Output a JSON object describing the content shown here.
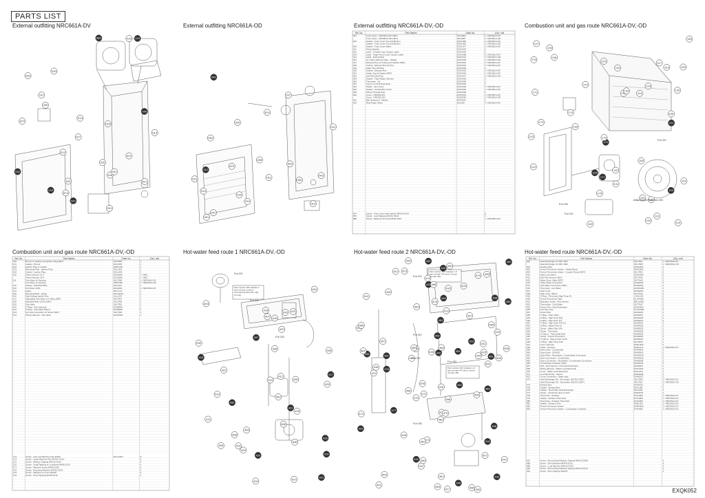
{
  "header": {
    "title": "PARTS LIST"
  },
  "footer": {
    "code": "EXQK052"
  },
  "sections": [
    {
      "title": "External outfitting NRC661A-DV"
    },
    {
      "title": "External outfitting NRC661A-OD"
    },
    {
      "title": "External outfitting NRC661A-DV,-OD"
    },
    {
      "title": "Combustion unit and gas route NRC661A-DV,-OD"
    },
    {
      "title": "Combustion unit and gas route NRC661A-DV,-OD"
    },
    {
      "title": "Hot-water feed route 1 NRC661A-DV,-OD"
    },
    {
      "title": "Hot-water feed route 2 NRC661A-DV,-OD"
    },
    {
      "title": "Hot-water feed route NRC661A-DV,-OD"
    }
  ],
  "table_headers": {
    "no": "Ref. No.",
    "name": "Part Names",
    "code": "Order No.",
    "qty": "Q'ty / unit"
  },
  "external_table": {
    "rows": [
      [
        "001",
        "Front Cover - NRC661A-DV (SET)",
        "SKL2960",
        "1 / NRC661A-DV"
      ],
      [
        "",
        "Front Cover - NRC661A-OD (SET)",
        "SKL2967",
        "1 / NRC661A-OD"
      ],
      [
        "002",
        "Gasket - Front Cover Top and Bottom",
        "EXSL068",
        "2 / NRC661A-DV"
      ],
      [
        "",
        "Gasket - Front Cover Top and Bottom",
        "EXSL069",
        "1 / NRC661A-OD"
      ],
      [
        "003",
        "Gasket - Front Cover Sides",
        "EXSL077",
        "2 / NRC661A-DV"
      ],
      [
        "011",
        "Fixing Bracket",
        "EXSV067",
        "1"
      ],
      [
        "012",
        "Label - Outside Case Caution Label",
        "EXSV034",
        "1"
      ],
      [
        "013",
        "Label - Inside Front Cover Caution Label",
        "EXSV058",
        "1 / NRC661A-DV"
      ],
      [
        "014",
        "Label - Rating Plate",
        "EXSV014",
        "1 / NRC661A-OD"
      ],
      [
        "016",
        "Air intake deflector plate - Gasket",
        "EXSV049",
        "1 / NRC661A-OD"
      ],
      [
        "017",
        "Exhaust Flue w/ O-Ring and Gasket (SET)",
        "EXSV021",
        "1 / NRC661A-DV"
      ],
      [
        "018",
        "O-Ring - Exhaust Flue (5 Pcs)",
        "EXSV024",
        "1 / NRC661A-DV"
      ],
      [
        "019",
        "Flash Vent Window",
        "EXSV063",
        "1"
      ],
      [
        "020",
        "Gasket - Exhaust Flue",
        "EXSV023",
        "1 / NRC661A-DV"
      ],
      [
        "021",
        "Intake Cap w/ Gasket (SET)",
        "EXSV061",
        "1 / NRC661A-DV"
      ],
      [
        "022",
        "Inlet Pipe Bird Fitg",
        "EXSV071",
        "1 / NRC661A-OD"
      ],
      [
        "023",
        "Gasket - Flash Water Window",
        "EXSV051",
        "1"
      ],
      [
        "025",
        "Thermister - Air",
        "EXSV063",
        "1"
      ],
      [
        "027",
        "Pump non-Technical sheet",
        "EXSV061",
        "1"
      ],
      [
        "029",
        "Shield - Vent Cover",
        "EXSV062",
        "1 / NRC661A-DV"
      ],
      [
        "030",
        "Gasket - Outside Box Cover",
        "EXSV064",
        "1 / NRC661A-DV"
      ],
      [
        "039",
        "Wiring Through Hole",
        "EXSV062",
        "1"
      ],
      [
        "040",
        "Cover - DRC661-DV",
        "EXSV061",
        "1 / NRC661A-DV"
      ],
      [
        "",
        "Cover - DRC661-OD",
        "EXSV081",
        "1 / NRC661A-OD"
      ],
      [
        "041",
        "Bolt Quartered - Tablets",
        "EXTA020",
        "1"
      ],
      [
        "042",
        "Rear Paper Sheet",
        "EXL020",
        "1 / NRC661A-DV"
      ]
    ],
    "extra_rows": [
      [
        "874",
        "Screw - Front Cover with washer M4X10 SX10",
        "",
        "5"
      ],
      [
        "879",
        "Screw - Load Tapping M4X12 SX10",
        "",
        "1"
      ],
      [
        "880",
        "Screw - Machine Terminal M4X8 SX10",
        "",
        "1 / NRC661A-DV"
      ]
    ]
  },
  "combustion_table": {
    "rows": [
      [
        "100",
        "Burner w/ Gasket and Ignition Plug (SET)",
        "SKL2960",
        "1"
      ],
      [
        "101",
        "Gasket - Burner",
        "EXLL060",
        "1"
      ],
      [
        "102",
        "Ignition Plug w/ Gasket",
        "SKM7190",
        "1"
      ],
      [
        "103",
        "Mounting Plate - Ignition Plug",
        "EXLL063",
        "1"
      ],
      [
        "105",
        "Gasket - Ignition Plug",
        "EXLL064",
        "1"
      ],
      [
        "110",
        "Flame Damper 13-3",
        "EXLE060",
        "1 / NRC..."
      ],
      [
        "",
        "Flame Damper 13-4",
        "EXLE060",
        "1 / NRC..."
      ],
      [
        "111",
        "Fan Motor w/ Housing",
        "SKL7960",
        "1 / NRC661A-DV"
      ],
      [
        "",
        "Fan Motor w/ Housing",
        "SKM7340",
        "1 / NRC661A-OD"
      ],
      [
        "112",
        "Gasket - Manifold Plate",
        "EXLL011",
        "1"
      ],
      [
        "113",
        "Fan Motor (A B)",
        "EXLE061",
        "1 / NRC661A-DV"
      ],
      [
        "114",
        "Igniter",
        "EXLLL14",
        "1"
      ],
      [
        "115",
        "Mounting Plate - Igniter",
        "EXLLE016",
        "1"
      ],
      [
        "116",
        "High Voltage Igniter Wire",
        "ALLL070",
        "1"
      ],
      [
        "117",
        "Adjustable Gas Valve w/ O-Ring (SET)",
        "SKL7957",
        "1"
      ],
      [
        "118",
        "Manifold Plate 13-NG (SET)",
        "SKL7960",
        "1"
      ],
      [
        "119",
        "Gas Valve",
        "SKL7961",
        "1"
      ],
      [
        "120",
        "O-Ring - Gas Solenoid",
        "EXAB040",
        "1"
      ],
      [
        "121",
        "O-Ring - Gas Valve Bottom",
        "EXAB040",
        "1"
      ],
      [
        "123",
        "Hot Gas Connection w/ Screw (SET)",
        "SKL7964",
        "1"
      ],
      [
        "124",
        "Wiring Harness - Gas Valve",
        "EXLW018",
        "1"
      ]
    ],
    "extra_rows": [
      [
        "173",
        "Screw - Hole and Machine Gas M4X8",
        "EXLL0001",
        "8"
      ],
      [
        "174",
        "Screw - Large Machine Pilot M4X10 SX10",
        "",
        "6"
      ],
      [
        "175",
        "Screw - Medium Tapping M4X10 SX10",
        "",
        "4"
      ],
      [
        "176",
        "Screw - Small Tapping w/ Loudness M4X8 SX10",
        "",
        "4"
      ],
      [
        "177",
        "Screw - Machine Screw M4X8 SX08",
        "",
        "2"
      ],
      [
        "178",
        "Screw - Mounting Machine M4X10 SX10",
        "",
        "2"
      ],
      [
        "179",
        "Screw - Machine w/ Lever M4X10",
        "",
        "2"
      ],
      [
        "179",
        "Screw - Short Tapping M4X8 SX10",
        "",
        "1"
      ]
    ]
  },
  "hotwater_table": {
    "rows": [
      [
        "400",
        "Heat Exchanger for NRC-DEV",
        "SKL7997",
        "1 / NRC661A-DV"
      ],
      [
        "",
        "Heat Exchanger for NRC-OEV",
        "SKL7998",
        "1 / NRC661A-OD"
      ],
      [
        "401",
        "Heating Tape",
        "EXHH001",
        "1"
      ],
      [
        "402",
        "Freeze Prevention Heater - Heater Block",
        "EXHH002",
        "1"
      ],
      [
        "403",
        "Freeze Prevention Heater - Coupler Round (SET)",
        "SKL7991",
        "1"
      ],
      [
        "410",
        "High Limit Switch",
        "EXHH008",
        "1"
      ],
      [
        "411",
        "Inlet Flow Sensor (SET)",
        "SKT7642",
        "1"
      ],
      [
        "412",
        "Water Servo Valve (SET)",
        "SKT7643",
        "1"
      ],
      [
        "413",
        "Outlet Water Connection",
        "EXHE006",
        "1"
      ],
      [
        "414",
        "Inlet Water Connection (SET)",
        "EXHE002",
        "1"
      ],
      [
        "415",
        "Thermistor - Hot Water",
        "EXHW039",
        "1"
      ],
      [
        "417",
        "Drain Cock",
        "EXHE029",
        "1"
      ],
      [
        "418",
        "Filter Cock - Barrel",
        "SKT7643",
        "1"
      ],
      [
        "419",
        "O-Ring - Thermistor High Temp Fit",
        "1 EXLV63",
        "1"
      ],
      [
        "420",
        "Freeze Prevention Plate",
        "EL-EX360",
        "1"
      ],
      [
        "421",
        "Regulator Screw - Flow Sensor",
        "BELL0066",
        "1"
      ],
      [
        "422",
        "Thermostat - Cold Water",
        "SKT7647",
        "1"
      ],
      [
        "423",
        "Freeze Prev. Heat Exchanger",
        "EXHH034",
        "1"
      ],
      [
        "425",
        "Inlet Pipe Cap",
        "ET-DX338",
        "1"
      ],
      [
        "427",
        "Screw Filter",
        "EXHE022",
        "1"
      ],
      [
        "428",
        "O-Ring - Drain Valve",
        "EXHE011",
        "1"
      ],
      [
        "429",
        "O-Ring - High Temp Fitg",
        "EXHE004",
        "1"
      ],
      [
        "430",
        "O-Ring - High Temp FIT",
        "EXHE010",
        "1"
      ],
      [
        "431",
        "O-Ring - High Temp FIT12.2",
        "EXHE021",
        "1"
      ],
      [
        "432",
        "O-Ring - Water Flow 12",
        "EXHE018",
        "1"
      ],
      [
        "433",
        "Clamp - Water Pipe 16A",
        "EXHE022",
        "1"
      ],
      [
        "434",
        "Clamp - Thermistor",
        "EXHE005",
        "1"
      ],
      [
        "435",
        "O-Clamp - Thermostat Pipe",
        "EXHE005",
        "1"
      ],
      [
        "436",
        "Clamp - Freeze Prevention",
        "EXHE001",
        "1"
      ],
      [
        "437",
        "O-Clamp - Sleeve Pipe 16.5X",
        "EXHE001",
        "1"
      ],
      [
        "438",
        "O-Ring - High Temp F.28",
        "EXL0035",
        "1"
      ],
      [
        "447",
        "Cord / Harness",
        "EXRL0D0",
        "1"
      ],
      [
        "448",
        "Cable - Harness",
        "EXRD171",
        "1 / NRC661A-DV"
      ],
      [
        "449",
        "Drain Hose - Condensate",
        "EXHR041",
        "1"
      ],
      [
        "450",
        "Drain Hose - DD-K63",
        "EXHR041",
        "1"
      ],
      [
        "451",
        "Drain Plate - Neutralizer / Condensate Connection",
        "EXHR040",
        "1"
      ],
      [
        "452",
        "Drain Connection - Condensate",
        "EXHR040",
        "1"
      ],
      [
        "454",
        "Drain Connection - Neutralizer / Condensate Connection",
        "EXHE008",
        "1"
      ],
      [
        "455",
        "Condensate Container (SET)",
        "EXHE041",
        "1"
      ],
      [
        "457",
        "Rod - Flow Sensor in 1/2 Heat Exchanger",
        "EXHE011",
        "1"
      ],
      [
        "469",
        "Wiring Harness - Water Level Electrode",
        "EXHV001",
        "1"
      ],
      [
        "470",
        "Cover - Water Level Electrode",
        "EXHV017",
        "1"
      ],
      [
        "471",
        "Level Electrode - Sensor",
        "EXHE028",
        "1"
      ],
      [
        "472",
        "Cover Connection - Water pipe",
        "EXHE037",
        "1"
      ],
      [
        "473",
        "Heat Exchanger SS - Secondary (DV-EV) (SET)",
        "SKL7996",
        "1 / NRC661A-DV"
      ],
      [
        "",
        "Heat Exchanger SS - Secondary (OD-EV) (SET)",
        "SKL7997",
        "1 / NRC661A-OD"
      ],
      [
        "474",
        "Exhaust Box",
        "EXSH027",
        "1"
      ],
      [
        "475",
        "Gasket - Exhaust Box",
        "EXSL051",
        "1"
      ],
      [
        "476",
        "Gasket - Secondary Heat Exchanger",
        "EXLA011",
        "1"
      ],
      [
        "477",
        "Clamp - Condense Hose pt 10.8",
        "EXRZ079",
        "1"
      ],
      [
        "478",
        "Thermistor - Exhaust",
        "ETH4000",
        "1 / NRC661A-DV"
      ],
      [
        "479",
        "Gasket - Exhaust Thermistor",
        "ETH4000",
        "1 / NRC661A-DV"
      ],
      [
        "480",
        "Thermistor - Exhaust Thermistor",
        "ETH4000",
        "1 / NRC661A-DV"
      ],
      [
        "481",
        "Gasket - Exhaust Vent",
        "EXRL007",
        "1 / NRC661A-DV"
      ],
      [
        "482",
        "Freeze Prevention Heater",
        "EXRH060",
        "1 / NRC661A-DV"
      ],
      [
        "483",
        "Freeze Prevention Heater - Condensate Container",
        "ETH4000",
        "1 / NRC661A-DV"
      ]
    ],
    "extra_rows": [
      [
        "487",
        "Screw - Round Head Medium Tapping M4X10 SX08",
        "",
        "4"
      ],
      [
        "488",
        "Screw - Short Machine/M4X8 SX10",
        "",
        "6"
      ],
      [
        "489",
        "Screw - Long Machine M4X12 SX10",
        "",
        "4"
      ],
      [
        "490",
        "Screw - Round Head Medium Tapping M4X10 SX10",
        "",
        "2"
      ],
      [
        "491",
        "Screw - Short Tapping M4X10",
        "",
        "1"
      ]
    ]
  },
  "diagram_labels": {
    "d1": [
      "001",
      "002",
      "011",
      "012",
      "013",
      "014",
      "015",
      "016",
      "017",
      "018",
      "019",
      "020",
      "021",
      "023",
      "025",
      "027",
      "029",
      "030",
      "039",
      "040",
      "041",
      "042",
      "874",
      "879",
      "880"
    ],
    "d2": [
      "001",
      "003",
      "011",
      "012",
      "013",
      "014",
      "016",
      "021",
      "022",
      "023",
      "025",
      "027",
      "039",
      "040",
      "041",
      "042",
      "050",
      "052",
      "874",
      "879"
    ],
    "d4": [
      "100",
      "101",
      "102",
      "103",
      "105",
      "110",
      "111",
      "112",
      "113",
      "114",
      "115",
      "116",
      "117",
      "118",
      "119",
      "120",
      "121",
      "123",
      "124",
      "125",
      "126",
      "127",
      "128",
      "129",
      "130",
      "131",
      "132",
      "133",
      "134",
      "135",
      "170",
      "171",
      "172",
      "173",
      "174",
      "175",
      "176",
      "177",
      "178",
      "179"
    ],
    "d4_notes": [
      "For DV",
      "For OD",
      "For DV",
      "Attachment Part No.135"
    ],
    "d6": [
      "401",
      "402",
      "403",
      "404",
      "405",
      "406",
      "407",
      "408",
      "409",
      "410",
      "411",
      "412",
      "413",
      "414",
      "415",
      "416",
      "417",
      "418",
      "419",
      "420",
      "421",
      "422",
      "423",
      "424",
      "425",
      "426",
      "427",
      "428",
      "429",
      "430",
      "431",
      "432",
      "433",
      "434",
      "435",
      "436",
      "437",
      "438"
    ],
    "d6_notes": [
      "For DV",
      "For DV",
      "For OD"
    ],
    "d6_callout": "Part number 400 includes 1 each of part numbers 151,415,416,421,425, 440 (O-ring)",
    "d7": [
      "400",
      "401",
      "409",
      "410",
      "411",
      "412",
      "413",
      "414",
      "415",
      "416",
      "417",
      "418",
      "419",
      "420",
      "421",
      "422",
      "423",
      "424",
      "425",
      "426",
      "427",
      "428",
      "429",
      "430",
      "431",
      "432",
      "433",
      "434",
      "435",
      "436",
      "437",
      "438",
      "439",
      "440",
      "441",
      "442",
      "443",
      "444",
      "445",
      "446",
      "447",
      "448",
      "449",
      "450",
      "451",
      "452",
      "453",
      "454",
      "455",
      "456",
      "457",
      "458",
      "459",
      "460",
      "461",
      "462",
      "463",
      "464",
      "465",
      "466",
      "467",
      "468",
      "469",
      "470",
      "471",
      "472",
      "473",
      "474",
      "475",
      "476",
      "477",
      "478",
      "479",
      "480",
      "481",
      "482",
      "483",
      "484",
      "485",
      "486",
      "487",
      "488",
      "489",
      "490",
      "491"
    ],
    "d7_notes": [
      "For DV",
      "For DV",
      "For OD",
      "For OD",
      "For DV"
    ],
    "d7_callout1": "Part number 472 includes 1 of part number 475 and 2 of part number 456",
    "d7_callout2": "Part number 472 includes 1 of part number 475 and 2 of part number 456"
  }
}
